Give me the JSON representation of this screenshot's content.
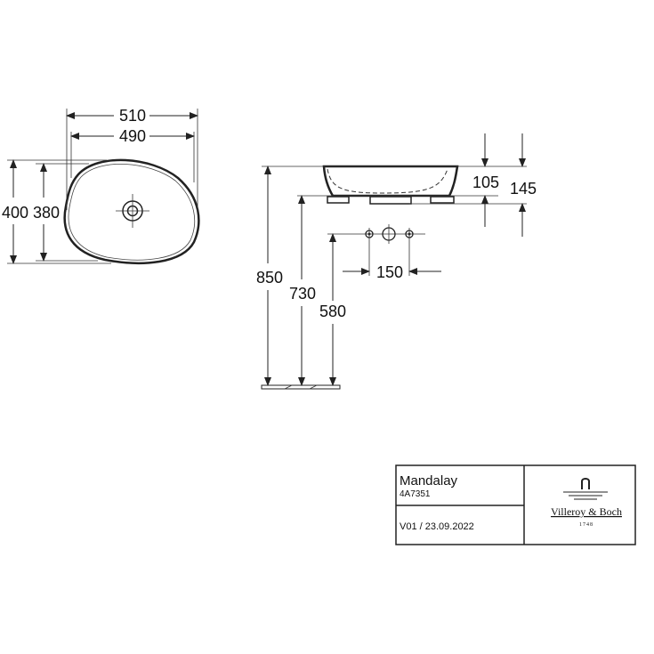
{
  "top_view": {
    "dim_outer_width": "510",
    "dim_inner_width": "490",
    "dim_outer_depth": "400",
    "dim_inner_depth": "380"
  },
  "side_view": {
    "dim_bowl_height": "105",
    "dim_total_height": "145",
    "dim_drain_spacing": "150",
    "dim_rim_height": "850",
    "dim_counter_height": "730",
    "dim_drain_height": "580"
  },
  "title_block": {
    "product_name": "Mandalay",
    "article_number": "4A7351",
    "version": "V01 / 23.09.2022",
    "brand": "Villeroy & Boch",
    "brand_year": "1748"
  }
}
